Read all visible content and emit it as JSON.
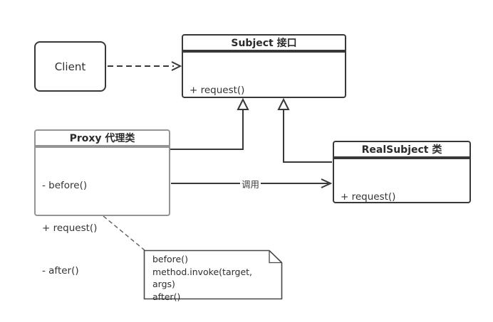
{
  "colors": {
    "background": "#ffffff",
    "line": "#383838",
    "proxy_border": "#949494",
    "note_border": "#474747",
    "text": "#2e2e2e"
  },
  "classes": {
    "client": {
      "name": "Client"
    },
    "subject": {
      "title": "Subject 接口",
      "methods": [
        "+ request()"
      ]
    },
    "proxy": {
      "title": "Proxy 代理类",
      "methods": [
        "- before()",
        "+ request()",
        "- after()"
      ]
    },
    "real_subject": {
      "title": "RealSubject 类",
      "methods": [
        "+ request()"
      ]
    }
  },
  "edges": {
    "call_label": "调用"
  },
  "note": {
    "lines": [
      "before()",
      "method.invoke(target,",
      "args)",
      "after()"
    ]
  }
}
